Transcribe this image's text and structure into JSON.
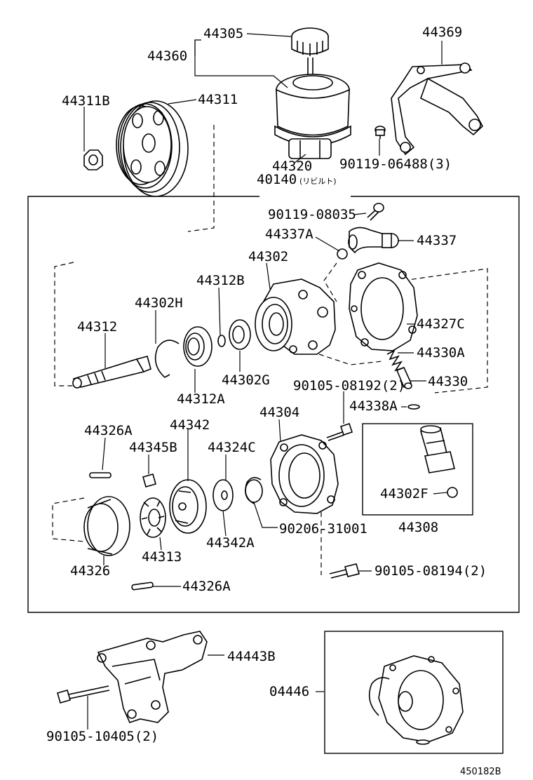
{
  "labels": {
    "p44305": "44305",
    "p44360": "44360",
    "p44369": "44369",
    "p44311B": "44311B",
    "p44311": "44311",
    "p44320": "44320",
    "p40140": "40140",
    "p40140_note": "(リビルト)",
    "p90119_06488": "90119-06488(3)",
    "p90119_08035": "90119-08035",
    "p44337A": "44337A",
    "p44337": "44337",
    "p44302": "44302",
    "p44312B": "44312B",
    "p44302H": "44302H",
    "p44327C": "44327C",
    "p44312": "44312",
    "p44330A": "44330A",
    "p44302G": "44302G",
    "p90105_08192": "90105-08192(2)",
    "p44330": "44330",
    "p44312A": "44312A",
    "p44304": "44304",
    "p44338A": "44338A",
    "p44326A_top": "44326A",
    "p44342": "44342",
    "p44345B": "44345B",
    "p44324C": "44324C",
    "p44302F": "44302F",
    "p44308": "44308",
    "p90206_31001": "90206-31001",
    "p44326": "44326",
    "p44313": "44313",
    "p44342A": "44342A",
    "p90105_08194": "90105-08194(2)",
    "p44326A_bottom": "44326A",
    "p44443B": "44443B",
    "p04446": "04446",
    "p90105_10405": "90105-10405(2)",
    "diagram_id": "450182B"
  }
}
